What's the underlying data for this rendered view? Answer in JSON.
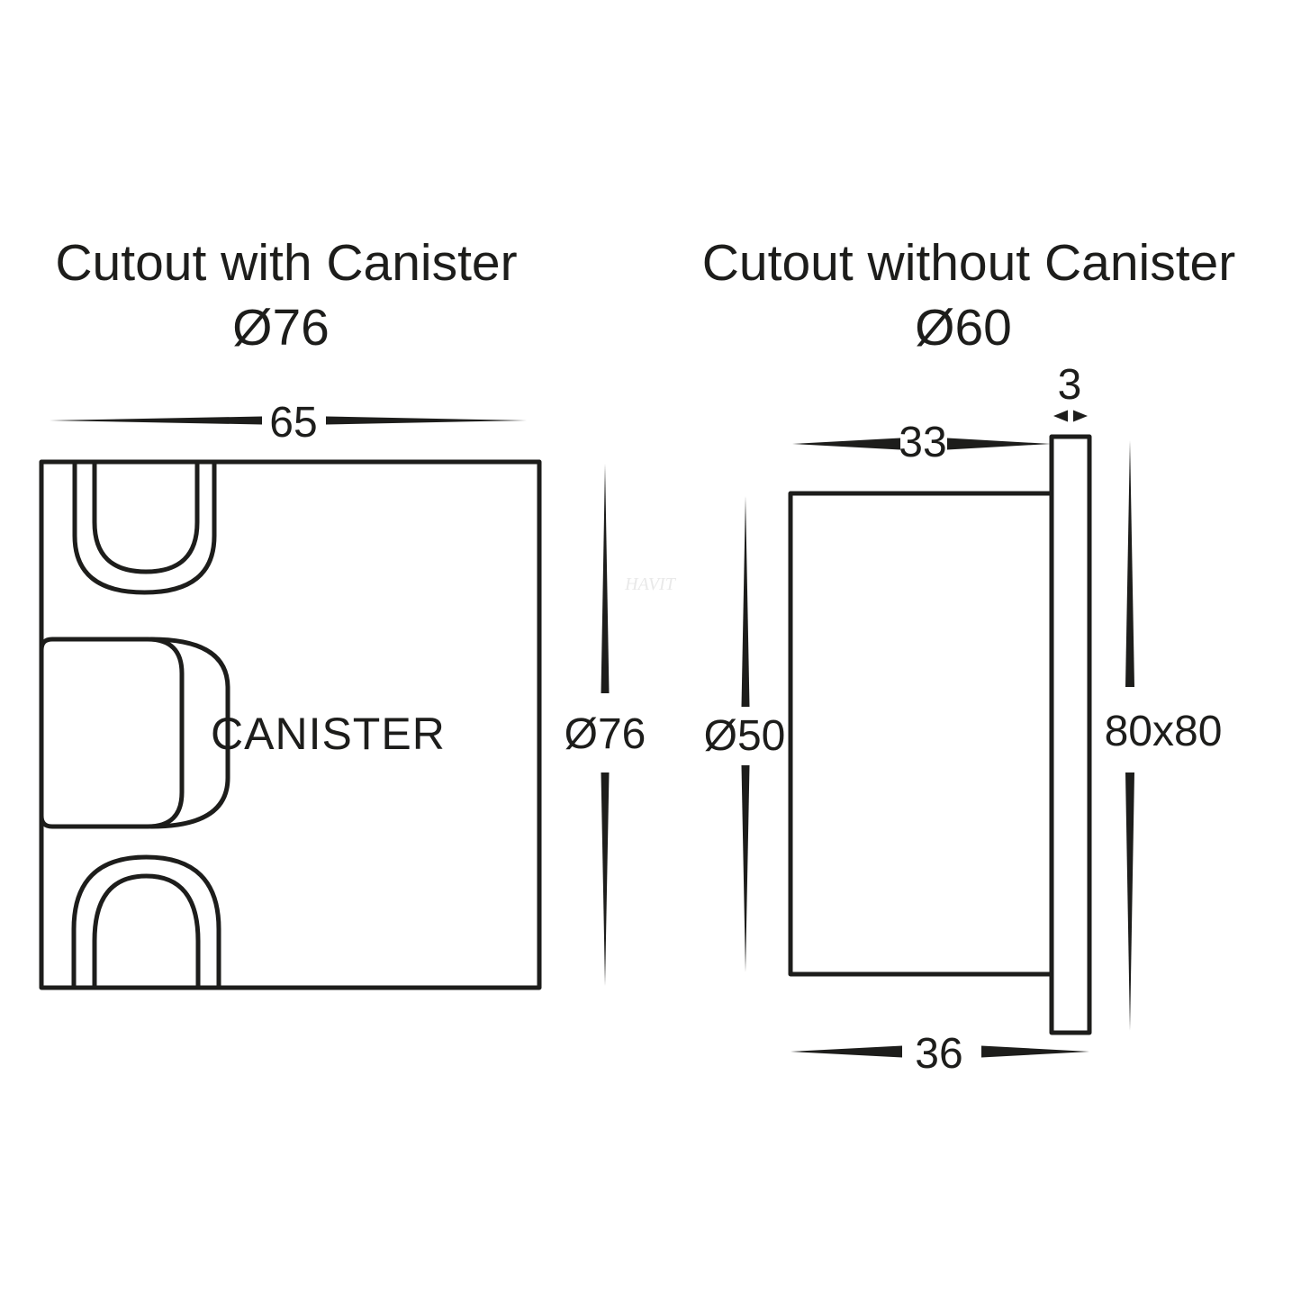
{
  "colors": {
    "ink": "#1d1d1b",
    "background": "#ffffff",
    "watermark_gray": "#e9e9e9"
  },
  "left_view": {
    "title_line1": "Cutout with Canister",
    "title_line2": "Ø76",
    "canister_label": "CANISTER",
    "dims": {
      "width": "65",
      "diameter": "Ø76"
    }
  },
  "right_view": {
    "title_line1": "Cutout without Canister",
    "title_line2": "Ø60",
    "dims": {
      "body_depth": "33",
      "plate_thickness": "3",
      "inner_diameter": "Ø50",
      "faceplate": "80x80",
      "overall_depth": "36"
    }
  },
  "watermark": "HAVIT"
}
